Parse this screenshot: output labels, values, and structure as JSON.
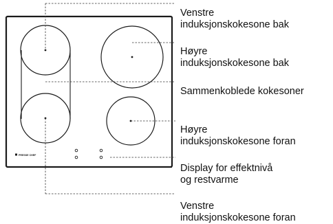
{
  "brand_text": "PRESSE CHEF",
  "labels": {
    "venstre_bak": [
      "Venstre",
      "induksjonskokesone bak"
    ],
    "hoyre_bak": [
      "Høyre",
      "induksjonskokesone bak"
    ],
    "sammenkoblede": [
      "Sammenkoblede kokesoner"
    ],
    "hoyre_foran": [
      "Høyre",
      "induksjonskokesone foran"
    ],
    "display": [
      "Display for effektnivå",
      "og restvarme"
    ],
    "venstre_foran": [
      "Venstre",
      "induksjonskokesone foran"
    ]
  }
}
